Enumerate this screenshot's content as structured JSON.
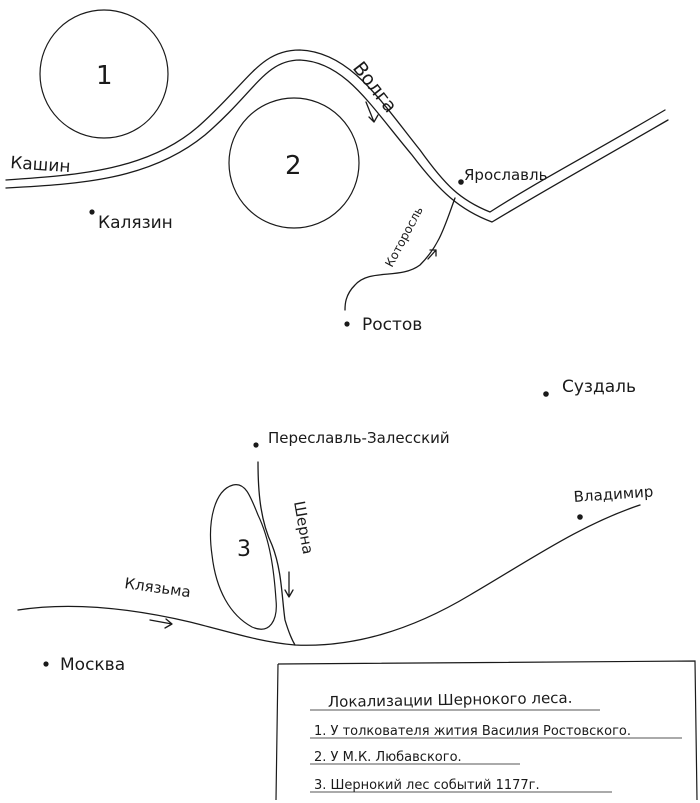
{
  "map": {
    "rivers": {
      "volga": "Волга",
      "kotorosl": "Которосль",
      "sherna": "Шерна",
      "klyazma": "Клязьма"
    },
    "cities": {
      "kashin": "Кашин",
      "kalyazin": "Калязин",
      "yaroslavl": "Ярославль",
      "rostov": "Ростов",
      "suzdal": "Суздаль",
      "pereslavl": "Переславль-Залесский",
      "vladimir": "Владимир",
      "moskva": "Москва"
    },
    "zones": {
      "zone1": "1",
      "zone2": "2",
      "zone3": "3"
    },
    "legend": {
      "title": "Локализации Шернокого леса.",
      "item1": "1. У толкователя жития Василия Ростовского.",
      "item2": "2. У М.К. Любавского.",
      "item3": "3. Шернокий лес событий 1177г."
    }
  }
}
